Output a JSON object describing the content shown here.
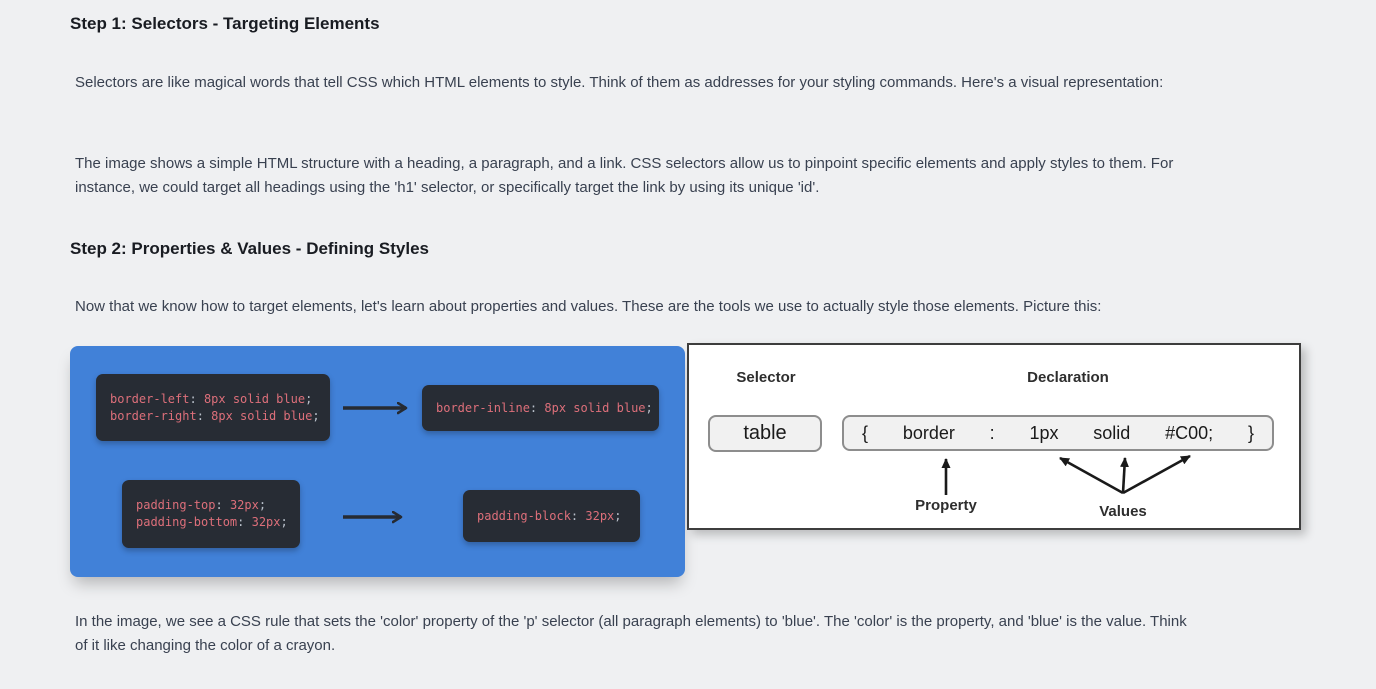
{
  "colors": {
    "page_bg": "#eff0f2",
    "figure_blue": "#4181d8",
    "code_bg": "#272c34",
    "code_text": "#dd6f7a",
    "code_punct": "#b9c0ca"
  },
  "step1": {
    "heading": "Step 1: Selectors - Targeting Elements",
    "para1": "Selectors are like magical words that tell CSS which HTML elements to style. Think of them as addresses for your styling commands. Here's a visual representation:",
    "para2": "The image shows a simple HTML structure with a heading, a paragraph, and a link. CSS selectors allow us to pinpoint specific elements and apply styles to them. For\ninstance, we could target all headings using the 'h1' selector, or specifically target the link by using its unique 'id'."
  },
  "step2": {
    "heading": "Step 2: Properties & Values - Defining Styles",
    "para1": "Now that we know how to target elements, let's learn about properties and values. These are the tools we use to actually style those elements. Picture this:",
    "para2": "In the image, we see a CSS rule that sets the 'color' property of the 'p' selector (all paragraph elements) to 'blue'. The 'color' is the property, and 'blue' is the value. Think\nof it like changing the color of a crayon."
  },
  "logical_figure": {
    "blocks": [
      {
        "name": "physical-borders",
        "lines": [
          {
            "property": "border-left",
            "value": "8px solid blue"
          },
          {
            "property": "border-right",
            "value": "8px solid blue"
          }
        ]
      },
      {
        "name": "logical-border",
        "lines": [
          {
            "property": "border-inline",
            "value": "8px solid blue"
          }
        ]
      },
      {
        "name": "physical-padding",
        "lines": [
          {
            "property": "padding-top",
            "value": "32px"
          },
          {
            "property": "padding-bottom",
            "value": "32px"
          }
        ]
      },
      {
        "name": "logical-padding",
        "lines": [
          {
            "property": "padding-block",
            "value": "32px"
          }
        ]
      }
    ]
  },
  "rule_figure": {
    "selector_label": "Selector",
    "declaration_label": "Declaration",
    "selector_value": "table",
    "tokens": [
      "{",
      "border",
      ":",
      "1px",
      "solid",
      "#C00;",
      "}"
    ],
    "property_label": "Property",
    "values_label": "Values"
  }
}
